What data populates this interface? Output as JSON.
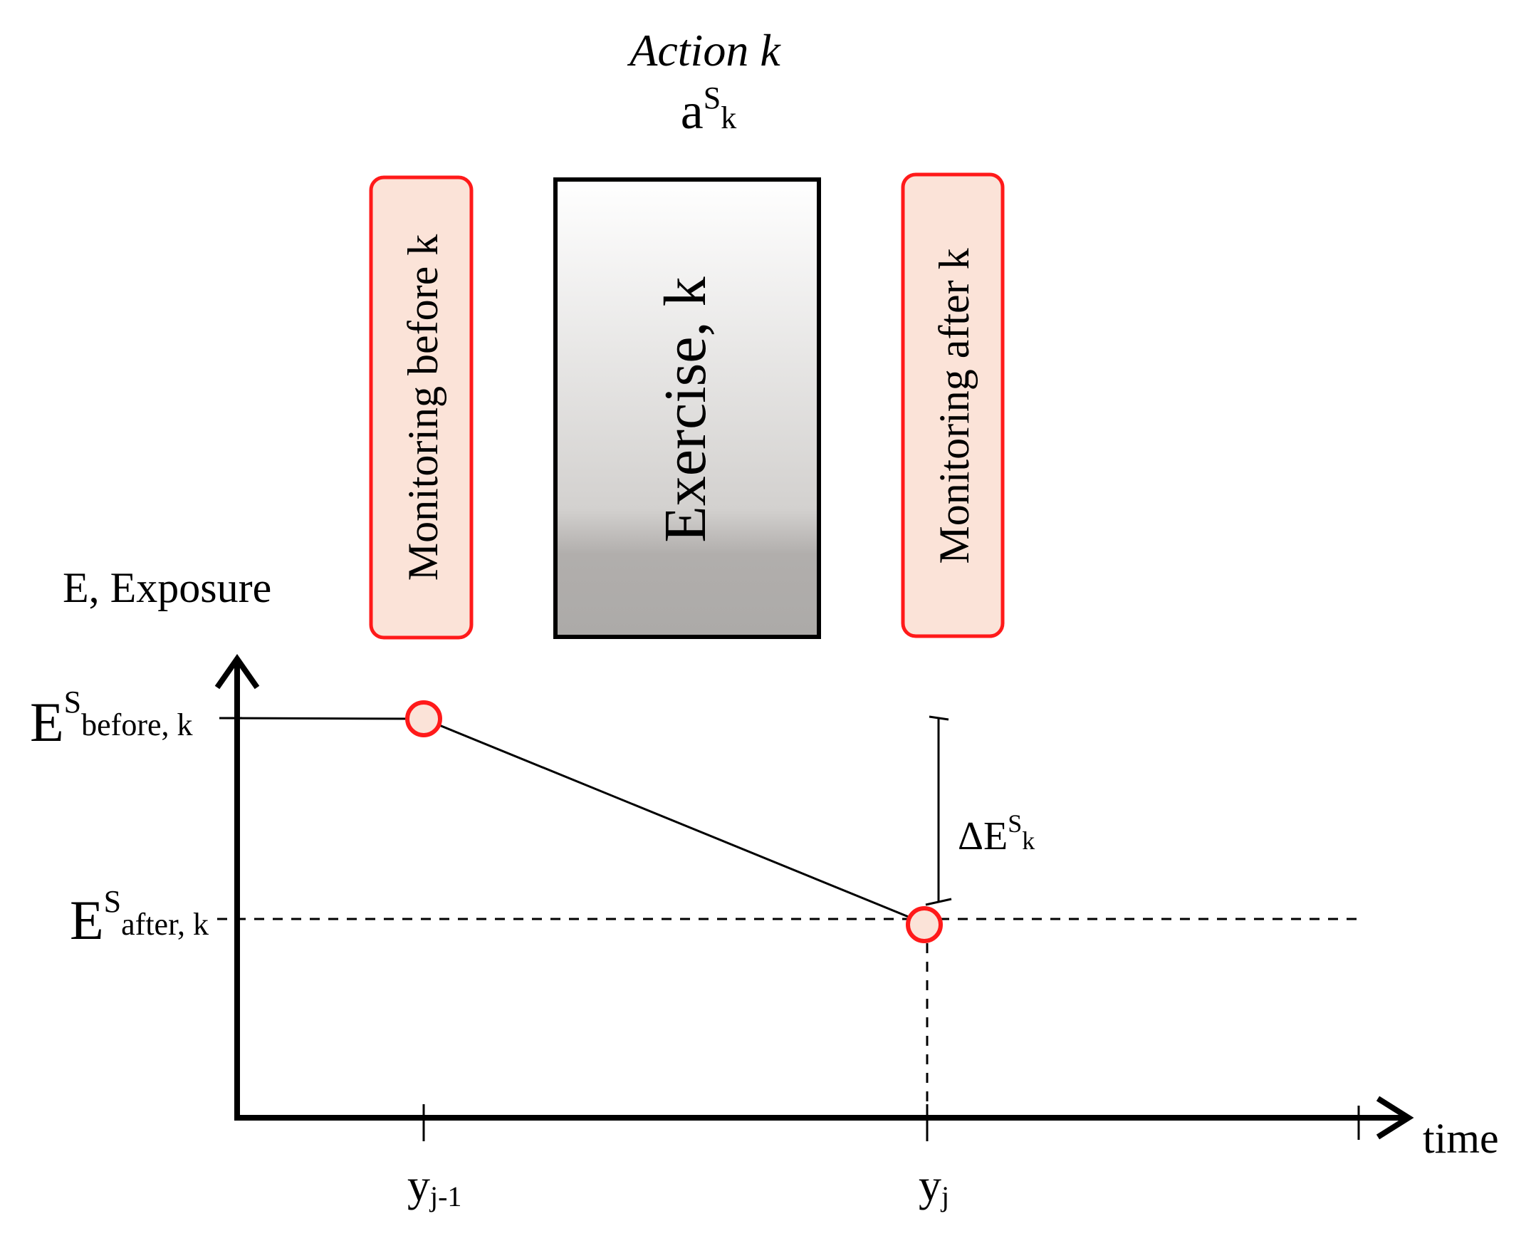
{
  "action": {
    "title": "Action k",
    "symbol_base": "a",
    "symbol_sup": "S",
    "symbol_sub": "k"
  },
  "boxes": {
    "monitoring_before": "Monitoring before k",
    "exercise": "Exercise, k",
    "monitoring_after": "Monitoring after k"
  },
  "axes": {
    "y_label": "E, Exposure",
    "x_label": "time"
  },
  "levels": {
    "before": {
      "base": "E",
      "sup": "S",
      "sub": "before, k"
    },
    "after": {
      "base": "E",
      "sup": "S",
      "sub": "after, k"
    }
  },
  "delta": {
    "base": "ΔE",
    "sup": "S",
    "sub": "k"
  },
  "ticks": {
    "yj_minus_1": {
      "base": "y",
      "sub": "j-1"
    },
    "yj": {
      "base": "y",
      "sub": "j"
    }
  },
  "colors": {
    "highlight_border": "#ff1a1a",
    "highlight_fill": "#fbe3d8",
    "exercise_gradient_top": "#ffffff",
    "exercise_gradient_bottom": "#b1aeac",
    "line": "#000000"
  }
}
